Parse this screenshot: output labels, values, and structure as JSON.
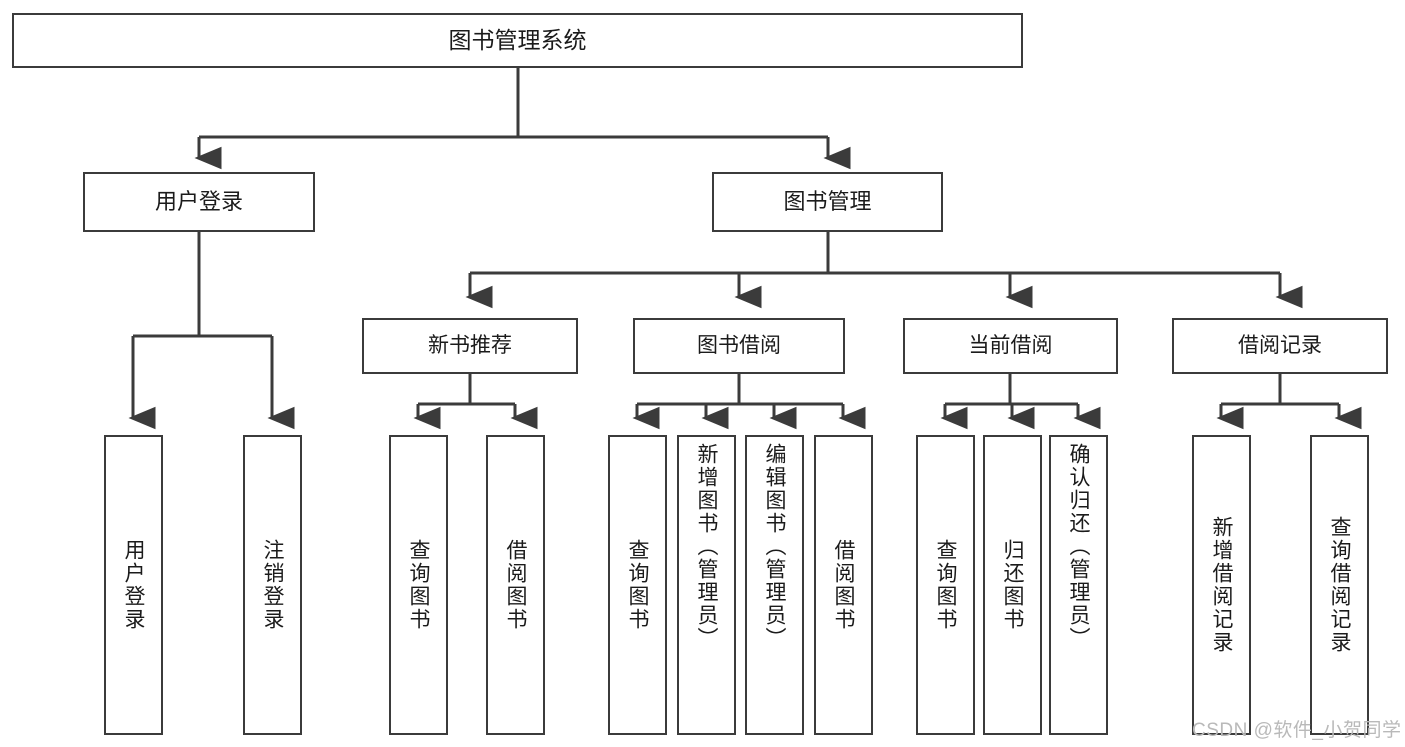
{
  "diagram": {
    "title": "图书管理系统",
    "watermark": "CSDN @软件_小贺同学",
    "stroke_color": "#3b3b3b",
    "background_color": "#ffffff",
    "text_color": "#1b1b1b",
    "watermark_color": "#b9b9b9",
    "levels": {
      "root": {
        "label": "图书管理系统"
      },
      "level1": [
        {
          "label": "用户登录"
        },
        {
          "label": "图书管理"
        }
      ],
      "level2": [
        {
          "label": "新书推荐"
        },
        {
          "label": "图书借阅"
        },
        {
          "label": "当前借阅"
        },
        {
          "label": "借阅记录"
        }
      ],
      "leaves": [
        {
          "label": "用户登录",
          "parent": "用户登录"
        },
        {
          "label": "注销登录",
          "parent": "用户登录"
        },
        {
          "label": "查询图书",
          "parent": "新书推荐"
        },
        {
          "label": "借阅图书",
          "parent": "新书推荐"
        },
        {
          "label": "查询图书",
          "parent": "图书借阅"
        },
        {
          "label": "新增图书（管理员）",
          "parent": "图书借阅"
        },
        {
          "label": "编辑图书（管理员）",
          "parent": "图书借阅"
        },
        {
          "label": "借阅图书",
          "parent": "图书借阅"
        },
        {
          "label": "查询图书",
          "parent": "当前借阅"
        },
        {
          "label": "归还图书",
          "parent": "当前借阅"
        },
        {
          "label": "确认归还（管理员）",
          "parent": "当前借阅"
        },
        {
          "label": "新增借阅记录",
          "parent": "借阅记录"
        },
        {
          "label": "查询借阅记录",
          "parent": "借阅记录"
        }
      ]
    }
  }
}
